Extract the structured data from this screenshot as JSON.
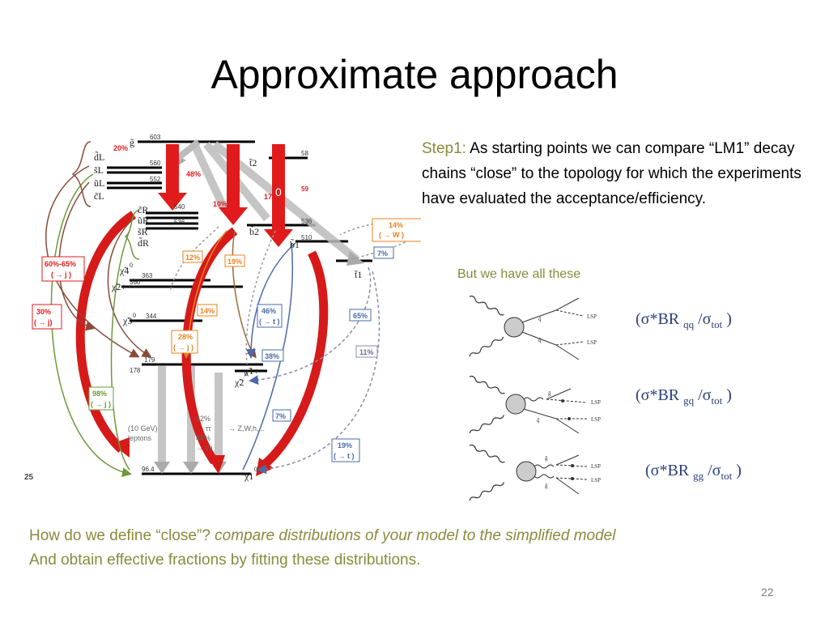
{
  "slide": {
    "title": "Approximate approach",
    "step_label": "Step1:",
    "step_text": " As starting points we can compare “LM1” decay chains “close” to the topology for which the experiments have evaluated the acceptance/efficiency.",
    "but_we_have": "But we have all these",
    "ratio_main": "(σ*BR",
    "ratio_sep": " /σ",
    "ratio_close": " )",
    "ratio_tot": "tot",
    "ratios": [
      "qq",
      "gq",
      "gg"
    ],
    "bottom_line1_plain": "How do we define “close”? ",
    "bottom_line1_italic": "compare distributions of your model to the simplified model",
    "bottom_line2": "And obtain effective fractions by fitting these distributions.",
    "page_number": "22",
    "corner_number": "25"
  },
  "diagram": {
    "masses": [
      "603",
      "58",
      "560",
      "552",
      "540",
      "536",
      "536",
      "510",
      "363",
      "360",
      "344",
      "179",
      "178",
      "96.4",
      "59"
    ],
    "percentages": [
      "20%",
      "48%",
      "10%",
      "17",
      "14%",
      "( → W )",
      "7%",
      "60%-65%",
      "( → j )",
      "12%",
      "19%",
      "30%",
      "( → j)",
      "14%",
      "46%",
      "( → t )",
      "65%",
      "28%",
      "( → j )",
      "38%",
      "11%",
      "98%",
      "( → j )",
      "52%",
      "→ ττ",
      "46%",
      "→ νν",
      "→ Z,W,h,...",
      "(10 GeV)",
      "leptons",
      "7%",
      "19%",
      "( → t )",
      "0"
    ],
    "particles": [
      "g̃",
      "d̃L",
      "s̃L",
      "ũL",
      "c̃L",
      "c̃R",
      "ũR",
      "s̃R",
      "d̃R",
      "t̃2",
      "b̃2",
      "b̃1",
      "t̃1",
      "χ̃4",
      "χ̃2+",
      "χ̃3",
      "χ̃1+",
      "χ̃2",
      "χ̃1",
      "0",
      "0",
      "0",
      "0"
    ]
  },
  "feynman": {
    "labels": [
      "LSP",
      "LSP",
      "q̃",
      "q̃",
      "LSP",
      "LSP",
      "g̃",
      "q̃",
      "LSP",
      "LSP",
      "g̃",
      "g̃"
    ]
  },
  "colors": {
    "accent_olive": "#8a8a3c",
    "ratio_blue": "#2a3f7a",
    "red_arrow": "#e11b1b",
    "orange": "#e8821e",
    "blue": "#4a6aa8"
  }
}
